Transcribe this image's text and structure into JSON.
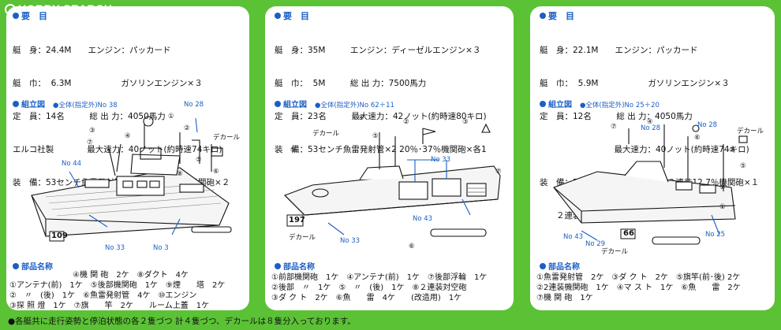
{
  "watermark": "HOBBY SEARCH",
  "panels": [
    {
      "spec_title": "要　目",
      "specs": [
        "艇　身：24.4M　　エンジン：パッカード",
        "艇　巾：  6.3M　　　　　　ガソリンエンジン×３",
        "定　員：14名　　　総 出 力：4050馬力",
        "エルコ社製　　　　最大速力：40ノット(約時速74キロ)",
        "装　備：53センチ魚雷発射管×４　２連装20％機関砲×２"
      ],
      "assembly_title": "組立図",
      "assembly_note": "全体(指定外)No 38",
      "labels": [
        "No 28",
        "デカール",
        "No 44",
        "No 33",
        "No 3",
        "109",
        "③",
        "⑦",
        "④",
        "①",
        "②",
        "⑤",
        "⑥",
        "⑧"
      ],
      "parts_title": "部品名称",
      "parts": [
        "　　　　　　　　④機 関 砲　2ケ　⑧ダクト　4ケ",
        "①アンテナ(前)　1ケ　⑤後部機関砲　1ケ　⑨煙　　塔　2ケ",
        "②　〃　(後)　1ケ　⑥魚雷発射管　4ケ　⑩エンジン",
        "③探 照 燈　1ケ　⑦旗　　竿　2ケ　　ルーム上蓋　1ケ"
      ]
    },
    {
      "spec_title": "要　目",
      "specs": [
        "艇　身：35M　　　エンジン：ディーゼルエンジン×３",
        "艇　巾：  5M　　　総 出 力：7500馬力",
        "定　員：23名　　　最大速力：42ノット(約時速80キロ)",
        "装　備：53センチ魚雷発射管×2 20％･37％機関砲×各1"
      ],
      "assembly_title": "組立図",
      "assembly_note": "全体(指定外)No 62＋11",
      "labels": [
        "デカール",
        "No 33",
        "No 43",
        "No 33",
        "197",
        "デカール",
        "④",
        "⑤",
        "②",
        "③",
        "①",
        "⑥",
        "⑦"
      ],
      "parts_title": "部品名称",
      "parts": [
        "①前部機関砲　1ケ　④アンテナ(前)　1ケ　⑦後部浮輪　1ケ",
        "②後部　〃　1ケ　⑤　〃　(後)　1ケ　⑧２連装対空砲",
        "③ダ ク ト　2ケ　⑥魚　　雷　4ケ　　(改造用)　1ケ"
      ]
    },
    {
      "spec_title": "要　目",
      "specs": [
        "艇　身：22.1M　　エンジン：パッカード",
        "艇　巾：  5.9M　　　　　　ガソリンエンジン×３",
        "定　員：12名　　　総 出 力：4050馬力",
        "　　　　　　　　　最大速力：40ノット(約時速74キロ)",
        "装　備：53センチ魚雷発射管×２ ２連装12.7％機関砲×１",
        "　　２連装 7.7％機関砲×２"
      ],
      "assembly_title": "組立図",
      "assembly_note": "全体(指定外)No 25＋20",
      "labels": [
        "No 28",
        "No 28",
        "デカール",
        "No 43",
        "No 29",
        "デカール",
        "No 25",
        "66",
        "⑦",
        "④",
        "⑥",
        "③",
        "⑤",
        "②",
        "①"
      ],
      "parts_title": "部品名称",
      "parts": [
        "①魚雷発射管　2ケ　③ダ ク ト　2ケ　⑤旗竿(前･後) 2ケ",
        "②2連装機関砲　1ケ　④マ ス ト　1ケ　⑥魚　　雷　2ケ",
        "⑦機 関 砲　1ケ"
      ]
    }
  ],
  "footer": "●各艇共に走行姿勢と停泊状態の各２隻づつ 計４隻づつ、デカールは８隻分入っております。"
}
